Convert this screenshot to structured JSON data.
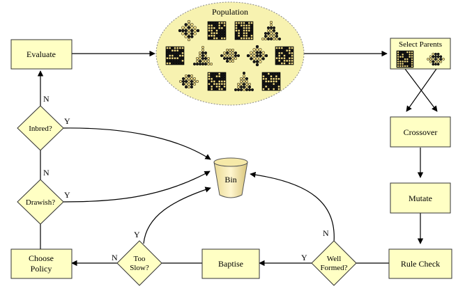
{
  "nodes": {
    "evaluate": "Evaluate",
    "population": "Population",
    "select_parents": "Select Parents",
    "crossover": "Crossover",
    "mutate": "Mutate",
    "rule_check": "Rule Check",
    "well_formed_1": "Well",
    "well_formed_2": "Formed?",
    "baptise": "Baptise",
    "too_slow_1": "Too",
    "too_slow_2": "Slow?",
    "choose_policy_1": "Choose",
    "choose_policy_2": "Policy",
    "drawish": "Drawish?",
    "inbred": "Inbred?",
    "bin": "Bin"
  },
  "edge_labels": {
    "inbred_no": "N",
    "inbred_yes": "Y",
    "drawish_no": "N",
    "drawish_yes": "Y",
    "too_slow_yes": "Y",
    "too_slow_no": "N",
    "well_formed_yes": "Y",
    "well_formed_no": "N"
  },
  "colors": {
    "box_fill": "#ffffc4",
    "ellipse_fill": "#f7f2b0",
    "stroke": "#333333",
    "piece_light": "#f2dd86",
    "piece_dark": "#1a1a1a"
  }
}
